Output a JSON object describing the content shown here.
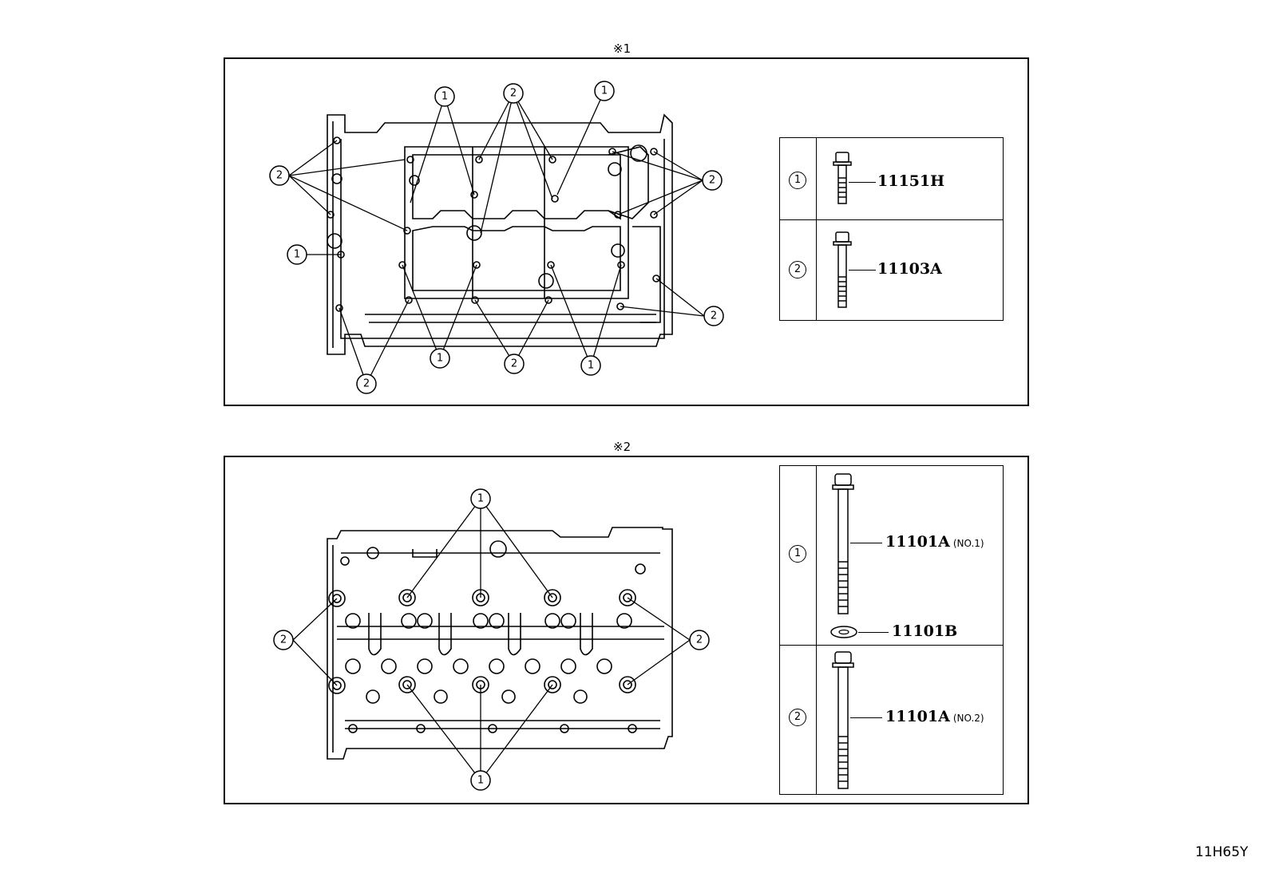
{
  "panels": [
    {
      "caption": "※1",
      "legend": [
        {
          "callout": "1",
          "part_number": "11151H",
          "note": ""
        },
        {
          "callout": "2",
          "part_number": "11103A",
          "note": ""
        }
      ]
    },
    {
      "caption": "※2",
      "legend": [
        {
          "callout": "1",
          "part_number": "11101A",
          "note": "(NO.1)",
          "extra_part": "11101B"
        },
        {
          "callout": "2",
          "part_number": "11101A",
          "note": "(NO.2)"
        }
      ]
    }
  ],
  "callout_labels": {
    "one": "1",
    "two": "2"
  },
  "illustration_code": "11H65Y"
}
